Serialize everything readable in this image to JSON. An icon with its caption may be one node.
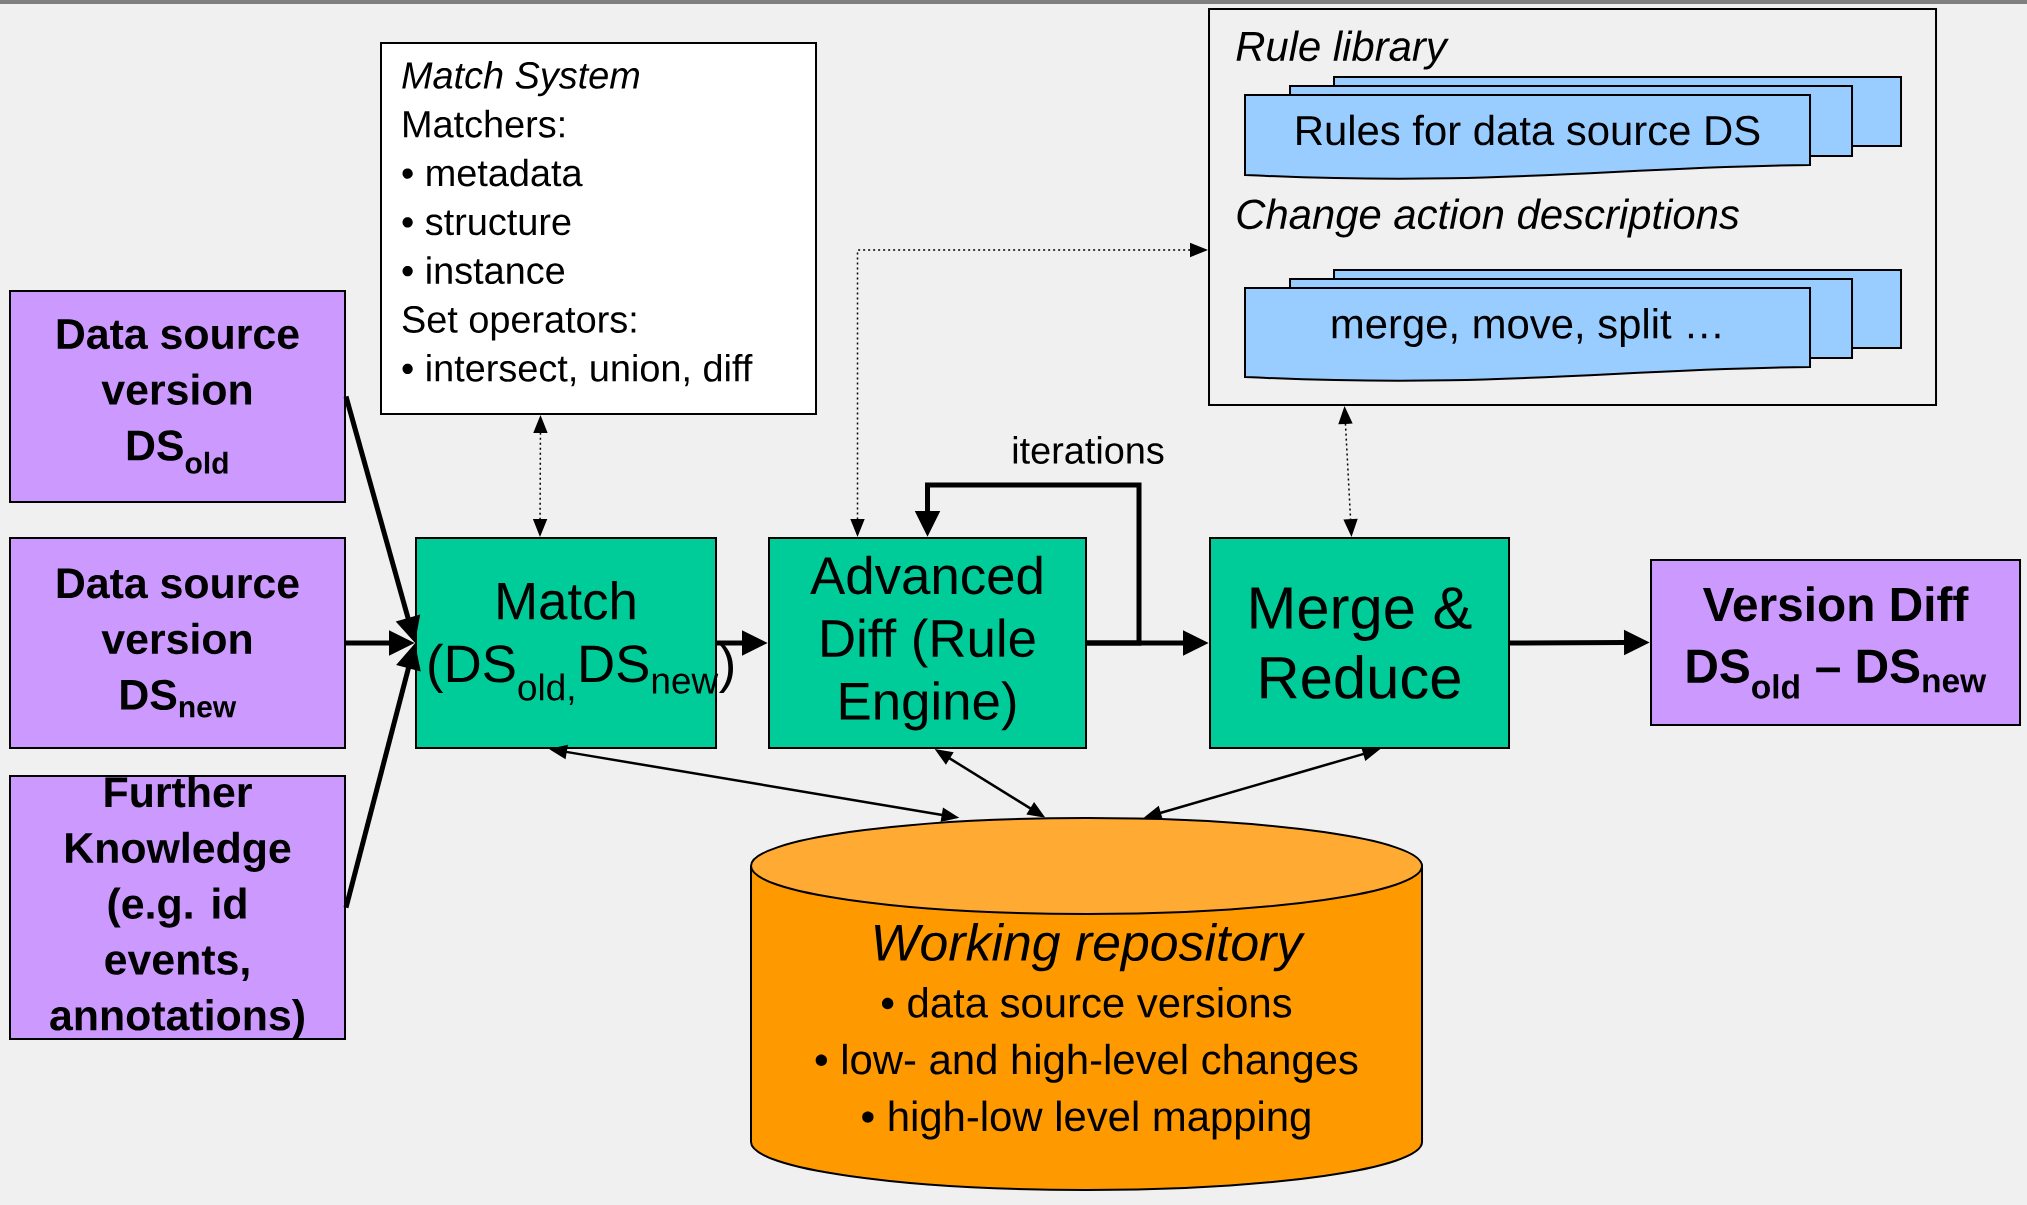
{
  "diagram": {
    "nodes": [
      {
        "text": [
          "Match System",
          "Matchers:",
          "• metadata",
          "• structure",
          "• instance",
          "Set operators:",
          "• intersect, union, diff"
        ]
      },
      {
        "text": [
          "Rule library",
          "Change action descriptions"
        ]
      },
      {
        "text": [
          "Rules for data source DS"
        ],
        "in": 1
      },
      {
        "text": [
          "merge, move, split …"
        ],
        "in": 1
      },
      {
        "text": [
          "Data source version DS$_{old}$"
        ]
      },
      {
        "text": [
          "Data source version DS$_{new}$"
        ]
      },
      {
        "text": [
          "Further Knowledge (e.g. id events, annotations)"
        ]
      },
      {
        "text": [
          "Match (DS$_{old,}$DS$_{new}$)"
        ]
      },
      {
        "text": [
          "Advanced Diff (Rule Engine)"
        ]
      },
      {
        "text": [
          "Merge & Reduce"
        ]
      },
      {
        "text": [
          "Version Diff DS$_{old}$ – DS$_{new}$"
        ]
      },
      {
        "text": [
          "Working repository",
          "• data source versions",
          "• low- and high-level changes",
          "• high-low level mapping"
        ]
      }
    ],
    "edges": [
      {
        "from": 4,
        "to": 7,
        "arrow": "to"
      },
      {
        "from": 5,
        "to": 7,
        "arrow": "to"
      },
      {
        "from": 6,
        "to": 7,
        "arrow": "to"
      },
      {
        "from": 7,
        "to": 8,
        "arrow": "to"
      },
      {
        "from": 8,
        "to": 9,
        "arrow": "to"
      },
      {
        "from": 8,
        "to": 8,
        "arrow": "to",
        "label": "iterations"
      },
      {
        "from": 9,
        "to": 10,
        "arrow": "to"
      },
      {
        "from": 0,
        "to": 7,
        "arrow": "both",
        "style": "dashed"
      },
      {
        "from": 1,
        "to": 9,
        "arrow": "both",
        "style": "dashed"
      },
      {
        "from": 8,
        "to": 1,
        "arrow": "both",
        "style": "dashed"
      },
      {
        "from": 7,
        "to": 11,
        "arrow": "both"
      },
      {
        "from": 8,
        "to": 11,
        "arrow": "both"
      },
      {
        "from": 9,
        "to": 11,
        "arrow": "both"
      }
    ]
  }
}
